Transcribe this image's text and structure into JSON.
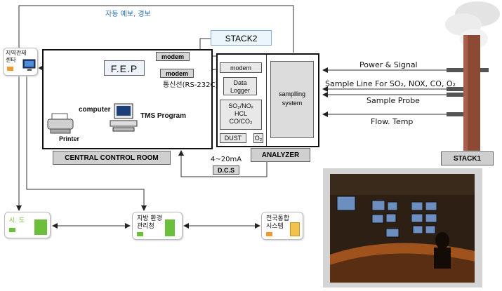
{
  "top_label": "자동 예보, 경보",
  "regional_center": "지역관제\n센타",
  "room_label": "CENTRAL CONTROL ROOM",
  "fep_label": "F.E.P",
  "modem_upper": "modem",
  "modem_lower": "modem",
  "rs232_label": "통신선(RS-232C)",
  "computer_label": "computer",
  "tms_label": "TMS Program",
  "printer_label": "Printer",
  "stack2_label": "STACK2",
  "analyzer_label": "ANALYZER",
  "analyzer_modem": "modem",
  "data_logger": "Data\nLogger",
  "gas_list": "SO₂/NOₓ\nHCL\nCO/CO₂",
  "dust_label": "DUST",
  "o2_label": "O₂",
  "sampling_system": "samplling\nsystem",
  "current_label": "4~20mA",
  "dcs_label": "D.C.S",
  "line_power": "Power & Signal",
  "line_sample": "Sample Line For SO₂, NOX, CO, O₂",
  "line_probe": "Sample  Probe",
  "line_flow": "Flow. Temp",
  "stack1_label": "STACK1",
  "city_label": "시. 도",
  "local_env_label": "지방 환경\n관리청",
  "national_label": "전국통합\n시스템",
  "colors": {
    "blue_text": "#2a72b8",
    "green_text": "#6cbf3a",
    "highlight": "#e6f0fa"
  }
}
